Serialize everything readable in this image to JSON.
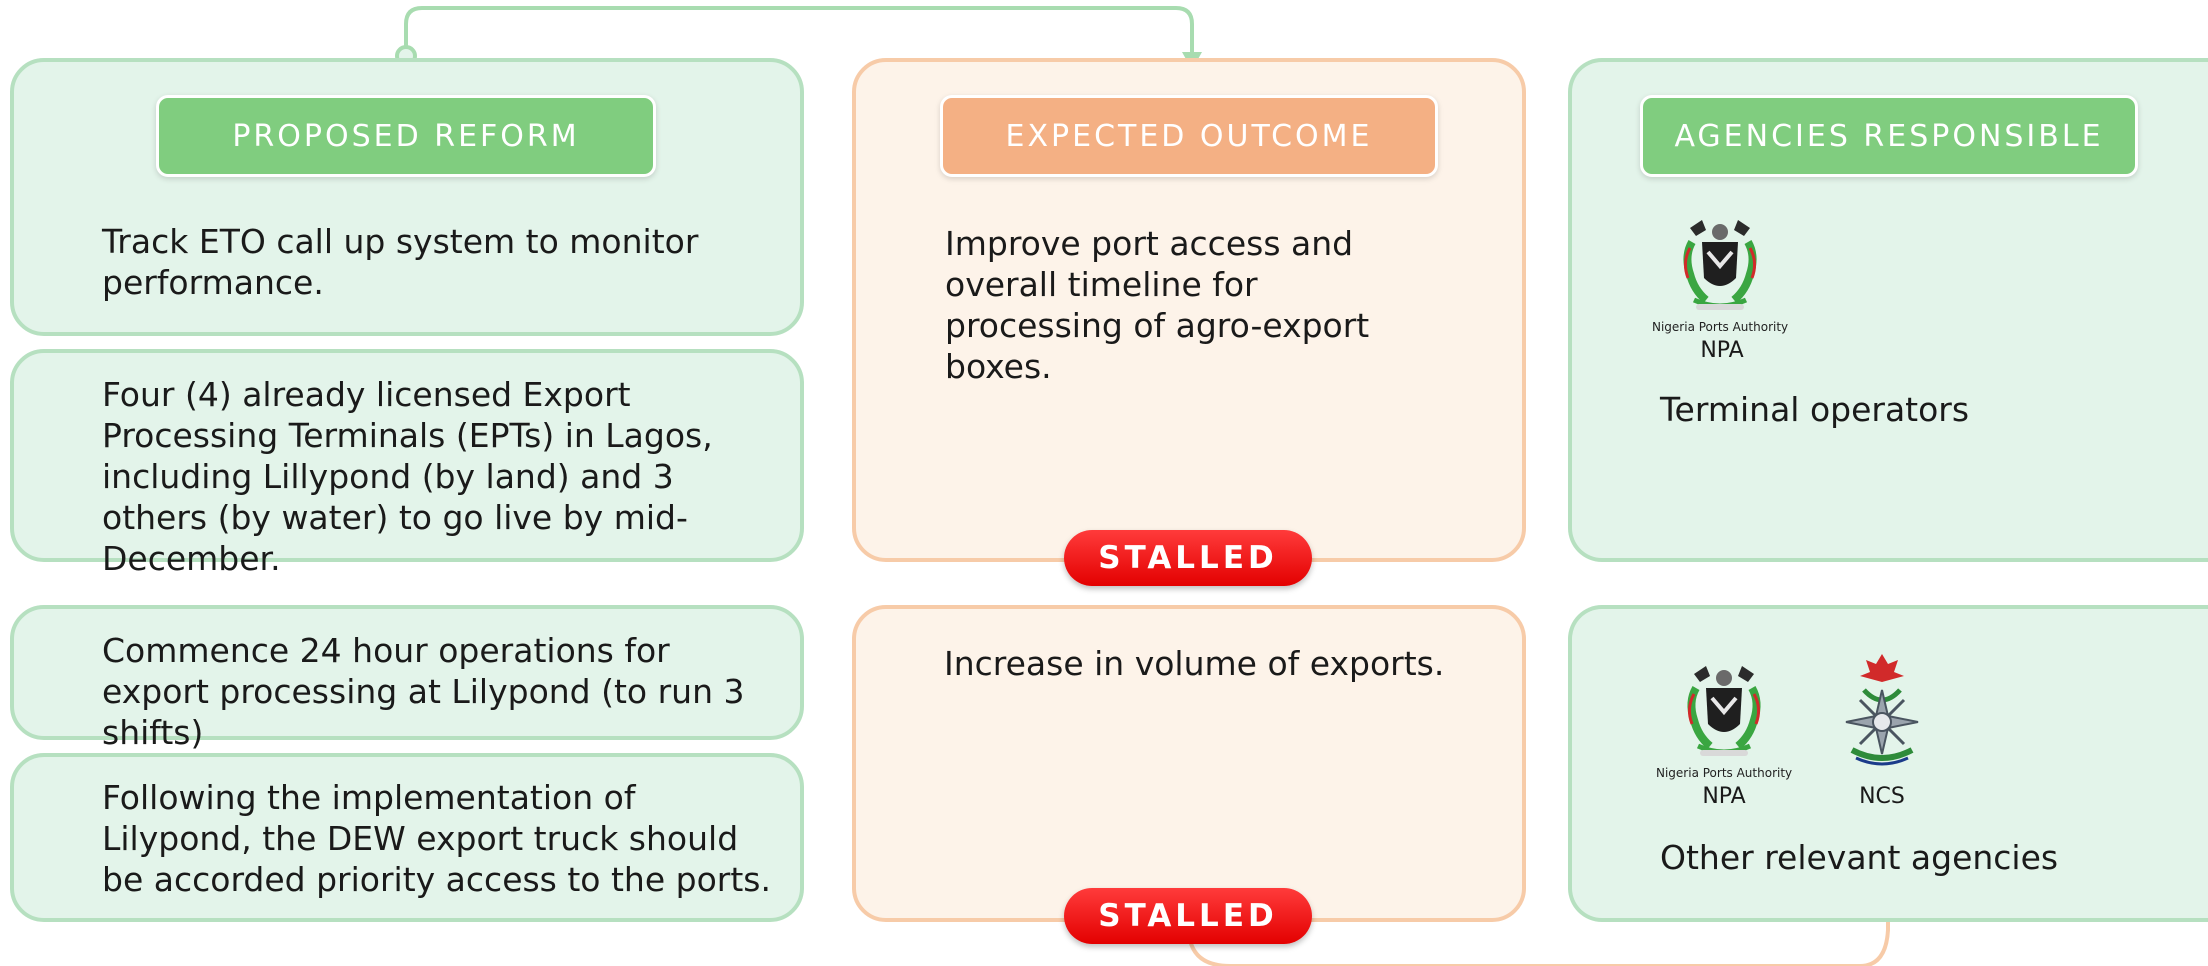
{
  "headers": {
    "reform": "PROPOSED REFORM",
    "outcome": "EXPECTED OUTCOME",
    "agencies": "AGENCIES RESPONSIBLE"
  },
  "reforms": [
    "Track ETO call up system to monitor performance.",
    "Four (4) already licensed Export Processing Terminals (EPTs) in Lagos, including Lillypond (by land) and 3 others (by water) to go live by mid-December.",
    "Commence 24 hour operations for export processing at Lilypond (to run 3 shifts)",
    "Following the implementation of Lilypond, the DEW export truck should be accorded priority access to the ports."
  ],
  "outcomes": [
    {
      "text": "Improve port access and overall timeline for processing of agro-export boxes.",
      "status": "STALLED"
    },
    {
      "text": "Increase in volume of exports.",
      "status": "STALLED"
    }
  ],
  "agencies": [
    {
      "logos": [
        {
          "caption": "Nigeria Ports Authority",
          "label": "NPA"
        }
      ],
      "text": "Terminal operators"
    },
    {
      "logos": [
        {
          "caption": "Nigeria Ports Authority",
          "label": "NPA"
        },
        {
          "caption": "",
          "label": "NCS"
        }
      ],
      "text": "Other relevant agencies"
    }
  ],
  "colors": {
    "green_fill": "#e3f4ea",
    "green_border": "#b6e0c0",
    "green_header": "#80cd7f",
    "orange_fill": "#fdf3e9",
    "orange_border": "#f7cba8",
    "orange_header": "#f4b084",
    "stalled_red": "#e30000"
  }
}
